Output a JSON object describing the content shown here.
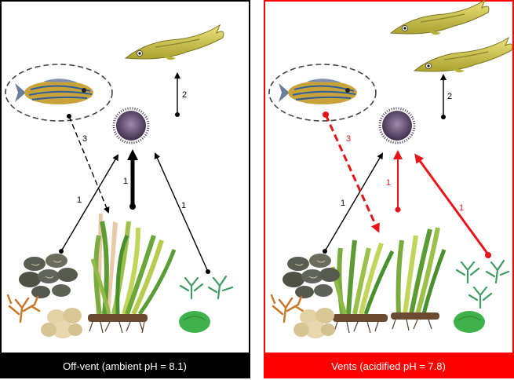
{
  "panels": [
    {
      "caption": "Off-vent (ambient pH = 8.1)",
      "frame_color": "#000000",
      "caption_bg": "#000000",
      "arrow_color": "#000000",
      "labels": [
        "1",
        "1",
        "1",
        "2",
        "3"
      ],
      "arrow_names": [
        "seagrass-to-urchin",
        "algae-to-urchin",
        "greenalgae-to-urchin",
        "urchin-to-wrasse",
        "fish-to-seagrass"
      ]
    },
    {
      "caption": "Vents (acidified pH = 7.8)",
      "frame_color": "#ff0000",
      "caption_bg": "#ff0000",
      "arrow_color": "#e8141a",
      "labels": [
        "1",
        "1",
        "1",
        "2",
        "3"
      ],
      "arrow_names": [
        "seagrass-to-urchin",
        "algae-to-urchin",
        "greenalgae-to-urchin",
        "urchin-to-wrasse",
        "fish-to-seagrass"
      ]
    }
  ],
  "icons": [
    "fish-icon",
    "sea-urchin-icon",
    "wrasse-fish-icon",
    "seagrass-icon",
    "brown-algae-icon",
    "red-algae-icon",
    "sponge-icon",
    "green-algae-icon",
    "sea-lettuce-icon"
  ]
}
